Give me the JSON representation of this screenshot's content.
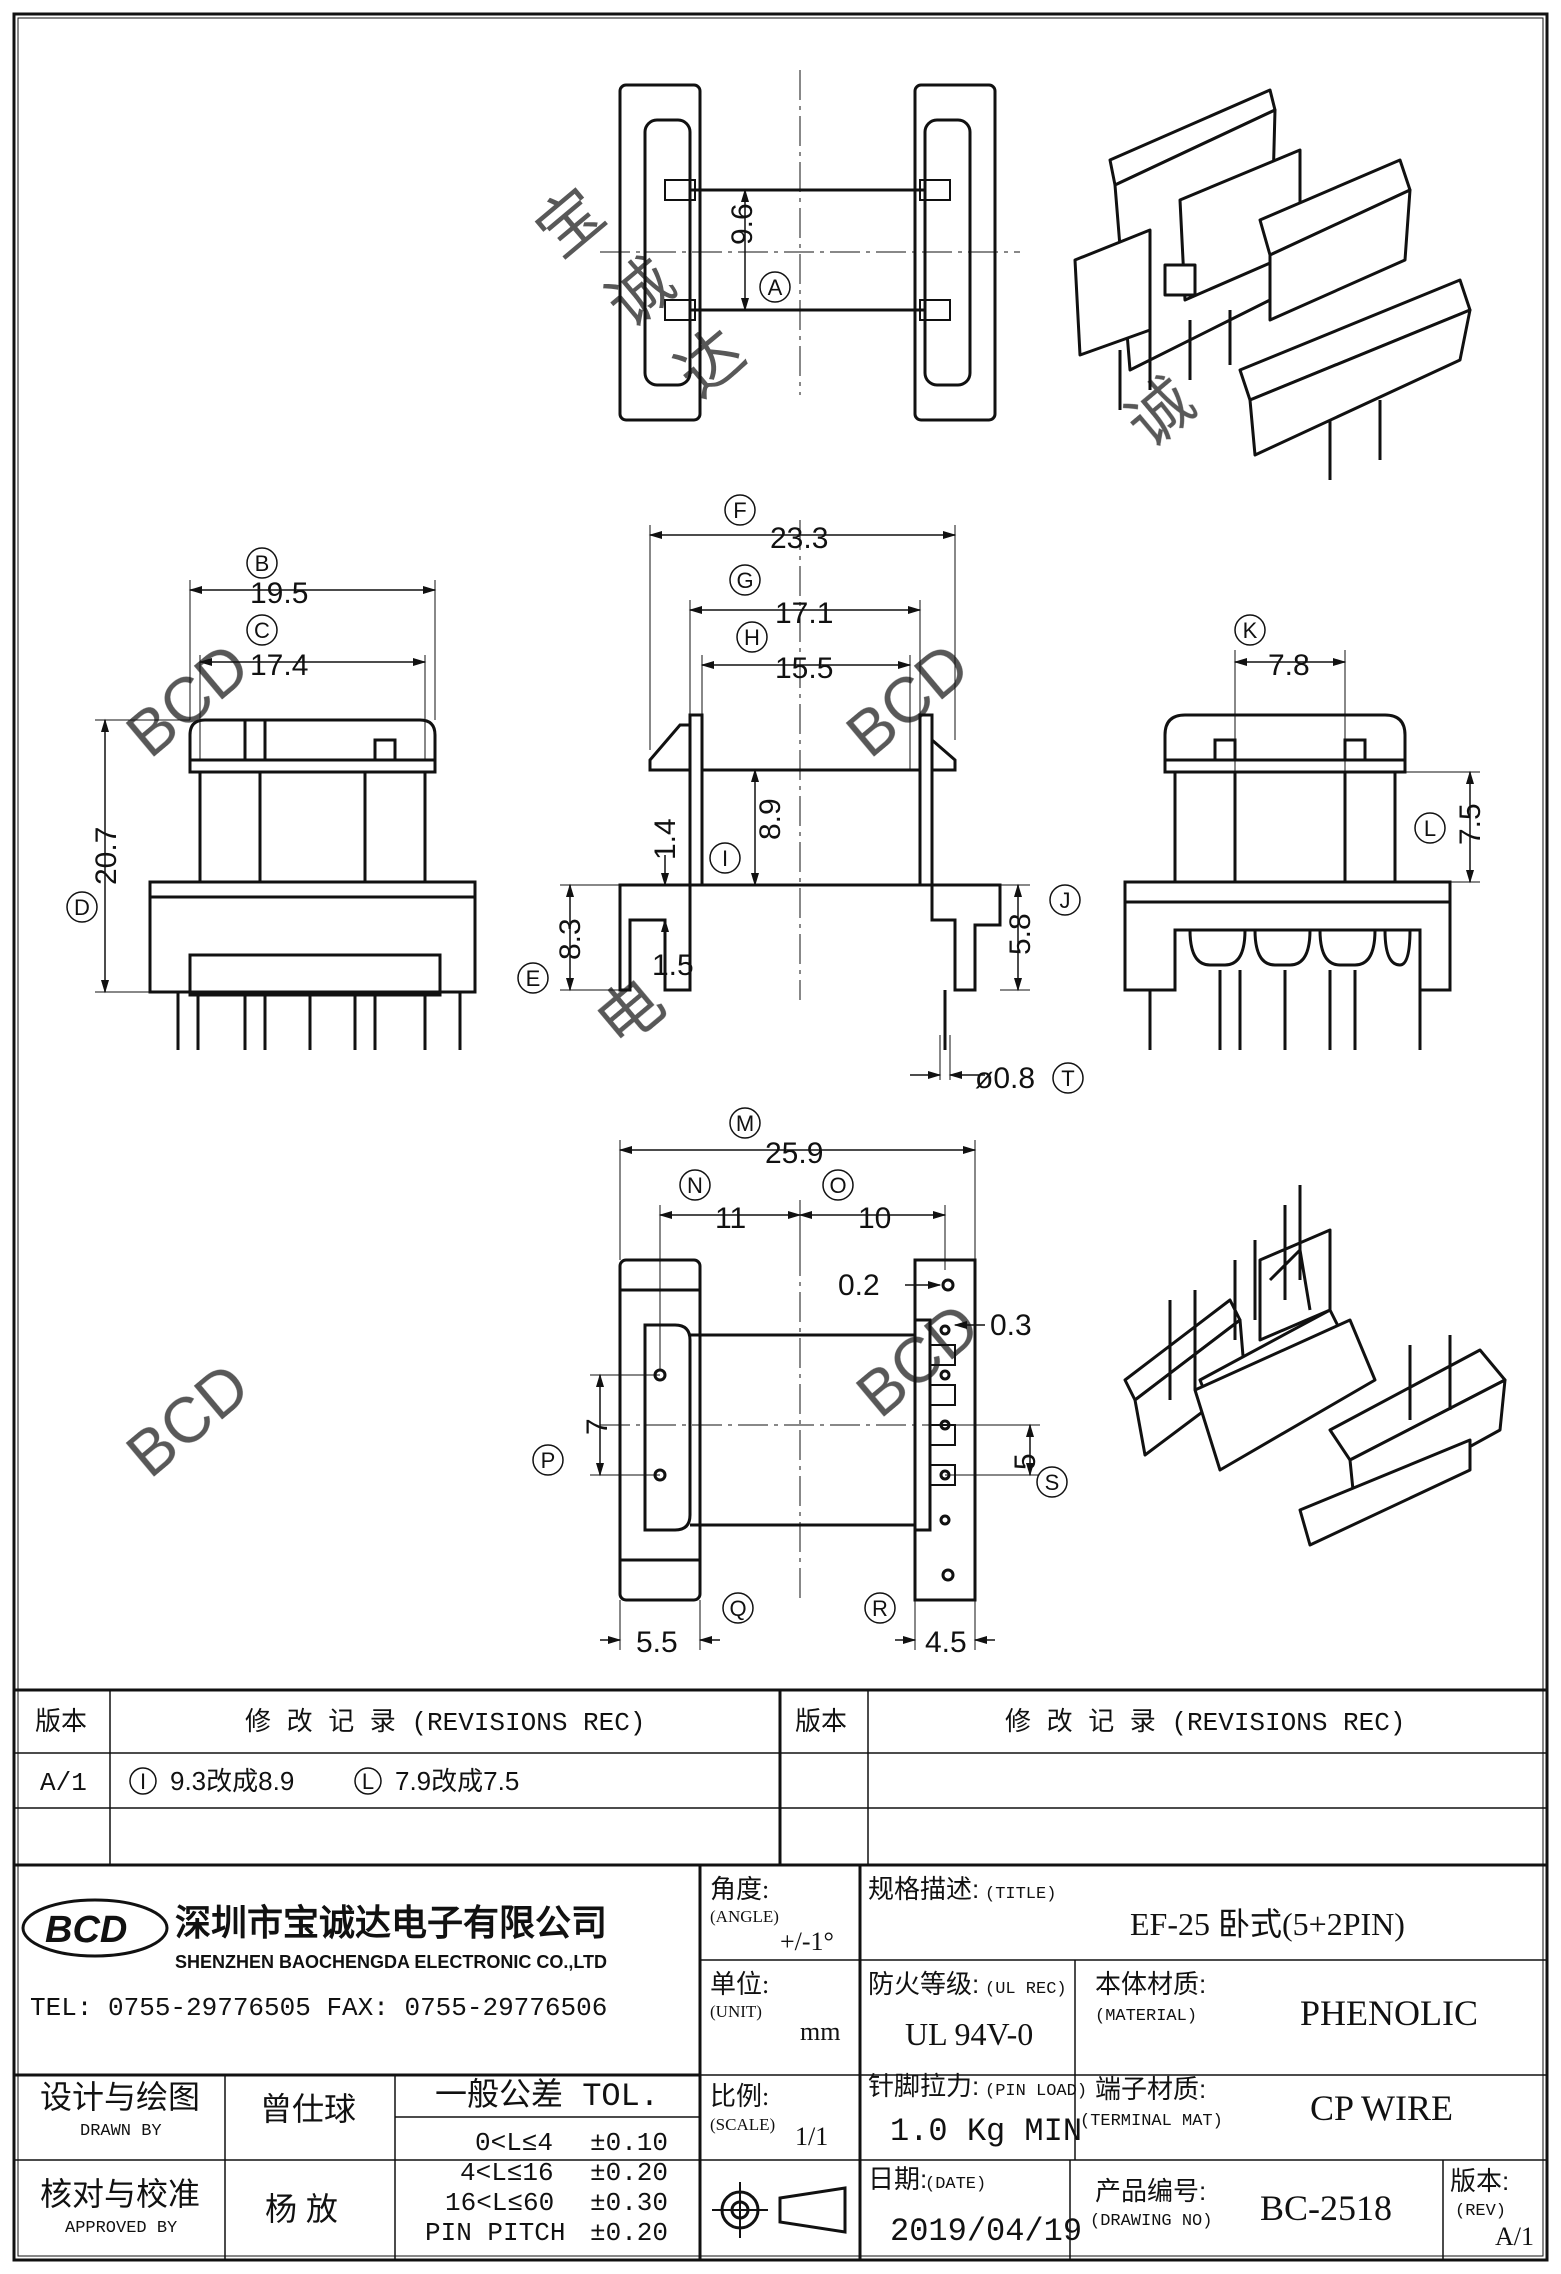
{
  "dimensions": {
    "A": "9.6",
    "B": "19.5",
    "C": "17.4",
    "D": "20.7",
    "E": "8.3",
    "F": "23.3",
    "G": "17.1",
    "H": "15.5",
    "I": "8.9",
    "J": "5.8",
    "K": "7.8",
    "L": "7.5",
    "M": "25.9",
    "N": "11",
    "O": "10",
    "P": "7",
    "Q": "5.5",
    "R": "4.5",
    "S": "5",
    "T": "ø0.8",
    "side_1_4": "1.4",
    "side_1_5": "1.5",
    "bottom_0_2": "0.2",
    "bottom_0_3": "0.3"
  },
  "balloons": [
    "A",
    "B",
    "C",
    "D",
    "E",
    "F",
    "G",
    "H",
    "I",
    "J",
    "K",
    "L",
    "M",
    "N",
    "O",
    "P",
    "Q",
    "R",
    "S",
    "T"
  ],
  "watermark": [
    "BCD",
    "宝",
    "诚",
    "达",
    "电"
  ],
  "revisions": {
    "col_version": "版本",
    "col_revisions": "修 改 记 录 (REVISIONS REC)",
    "rows": [
      {
        "version": "A/1",
        "marker1": "I",
        "change1": "9.3改成8.9",
        "marker2": "L",
        "change2": "7.9改成7.5"
      }
    ]
  },
  "company": {
    "logo_text": "BCD",
    "name_cn": "深圳市宝诚达电子有限公司",
    "name_en": "SHENZHEN BAOCHENGDA ELECTRONIC CO.,LTD",
    "tel_fax": "TEL: 0755-29776505   FAX: 0755-29776506"
  },
  "angle": {
    "label": "角度:",
    "label_en": "(ANGLE)",
    "value": "+/-1°"
  },
  "unit": {
    "label": "单位:",
    "label_en": "(UNIT)",
    "value": "mm"
  },
  "scale": {
    "label": "比例:",
    "label_en": "(SCALE)",
    "value": "1/1"
  },
  "title": {
    "label": "规格描述:",
    "label_en": "(TITLE)",
    "value": "EF-25 卧式(5+2PIN)"
  },
  "ul": {
    "label": "防火等级:",
    "label_en": "(UL REC)",
    "value": "UL 94V-0"
  },
  "material": {
    "label": "本体材质:",
    "label_en": "(MATERIAL)",
    "value": "PHENOLIC"
  },
  "pin_load": {
    "label": "针脚拉力:",
    "label_en": "(PIN LOAD)",
    "value": "1.0 Kg MIN"
  },
  "terminal": {
    "label": "端子材质:",
    "label_en": "(TERMINAL MAT)",
    "value": "CP WIRE"
  },
  "date": {
    "label": "日期:",
    "label_en": "(DATE)",
    "value": "2019/04/19"
  },
  "drawing_no": {
    "label": "产品编号:",
    "label_en": "(DRAWING NO)",
    "value": "BC-2518"
  },
  "rev": {
    "label": "版本:",
    "label_en": "(REV)",
    "value": "A/1"
  },
  "design": {
    "label": "设计与绘图",
    "label_en": "DRAWN BY",
    "name": "曾仕球"
  },
  "approve": {
    "label": "核对与校准",
    "label_en": "APPROVED BY",
    "name": "杨  放"
  },
  "tolerance": {
    "title": "一般公差 TOL.",
    "rows": [
      {
        "range": "0<L≤4",
        "tol": "±0.10"
      },
      {
        "range": "4<L≤16",
        "tol": "±0.20"
      },
      {
        "range": "16<L≤60",
        "tol": "±0.30"
      },
      {
        "range": "PIN PITCH",
        "tol": "±0.20"
      }
    ]
  }
}
